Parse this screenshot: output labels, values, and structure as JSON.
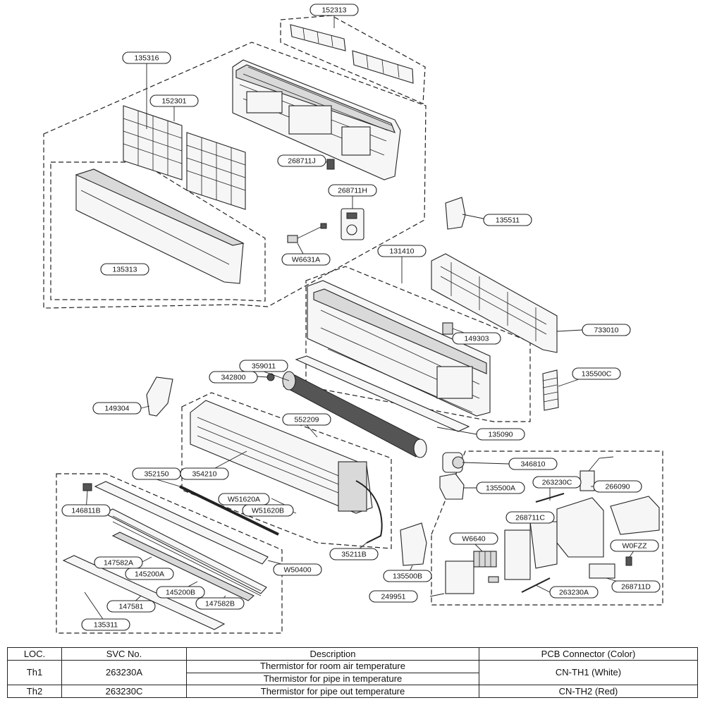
{
  "labels": {
    "front_grille_vents": "152313",
    "front_panel_assembly": "135316",
    "air_filter": "152301",
    "front_cover": "135313",
    "part_268711J": "268711J",
    "part_268711H": "268711H",
    "part_W6631A": "W6631A",
    "side_cover": "135511",
    "chassis": "131410",
    "installation_plate": "733010",
    "part_149303": "149303",
    "part_135500C": "135500C",
    "part_359011": "359011",
    "part_342800": "342800",
    "cross_flow_fan": "552209",
    "part_149304": "149304",
    "part_135090": "135090",
    "evaporator": "354210",
    "fan_motor": "346810",
    "part_352150": "352150",
    "part_W51620A": "W51620A",
    "part_W51620B": "W51620B",
    "part_146811B": "146811B",
    "part_135500A": "135500A",
    "part_263230C": "263230C",
    "part_266090": "266090",
    "part_268711C": "268711C",
    "part_W6640": "W6640",
    "part_W0FZZ": "W0FZZ",
    "part_147582A": "147582A",
    "part_145200A": "145200A",
    "part_W50400": "W50400",
    "part_35211B": "35211B",
    "part_135500B": "135500B",
    "part_145200B": "145200B",
    "part_147582B": "147582B",
    "part_263230A": "263230A",
    "part_268711D": "268711D",
    "part_249951": "249951",
    "part_147581": "147581",
    "part_135311": "135311"
  },
  "table": {
    "headers": [
      "LOC.",
      "SVC No.",
      "Description",
      "PCB Connector (Color)"
    ],
    "rows": [
      {
        "loc": "Th1",
        "svc": "263230A",
        "descriptions": [
          "Thermistor for room air temperature",
          "Thermistor for pipe in temperature"
        ],
        "connector": "CN-TH1 (White)"
      },
      {
        "loc": "Th2",
        "svc": "263230C",
        "descriptions": [
          "Thermistor for pipe out temperature"
        ],
        "connector": "CN-TH2 (Red)"
      }
    ]
  }
}
